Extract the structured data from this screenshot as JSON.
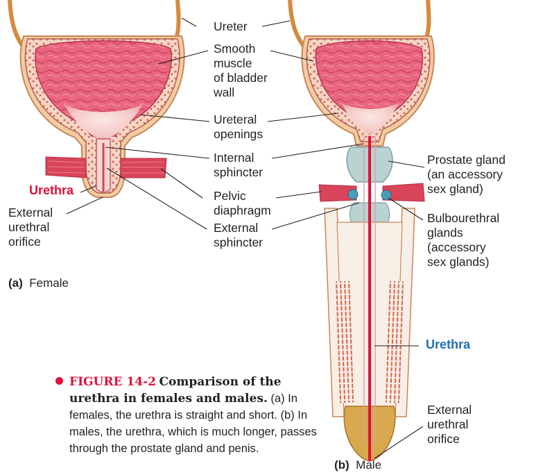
{
  "labels": {
    "ureter": "Ureter",
    "smooth_muscle": [
      "Smooth",
      "muscle",
      "of bladder",
      "wall"
    ],
    "ureteral_openings": [
      "Ureteral",
      "openings"
    ],
    "internal_sphincter": [
      "Internal",
      "sphincter"
    ],
    "pelvic_diaphragm": [
      "Pelvic",
      "diaphragm"
    ],
    "external_sphincter": [
      "External",
      "sphincter"
    ],
    "urethra_female": "Urethra",
    "external_urethral_orifice_female": [
      "External",
      "urethral",
      "orifice"
    ],
    "prostate_gland": [
      "Prostate gland",
      "(an accessory",
      "sex gland)"
    ],
    "bulbourethral_glands": [
      "Bulbourethral",
      "glands",
      "(accessory",
      "sex glands)"
    ],
    "urethra_male": "Urethra",
    "external_urethral_orifice_male": [
      "External",
      "urethral",
      "orifice"
    ]
  },
  "panels": {
    "a_letter": "(a)",
    "a_name": "Female",
    "b_letter": "(b)",
    "b_name": "Male"
  },
  "caption": {
    "figure_number": "FIGURE 14-2",
    "title": "Comparison of the urethra in females and males.",
    "body": "(a) In females, the urethra is straight and short. (b) In males, the urethra, which is much longer, passes through the prostate gland and penis."
  },
  "colors": {
    "accent_red": "#e0103a",
    "accent_blue": "#1f6db5",
    "mucosa": "#e8607a",
    "wall": "#f4d6c4",
    "muscle": "#d9465a",
    "gland": "#b9d2d2"
  }
}
